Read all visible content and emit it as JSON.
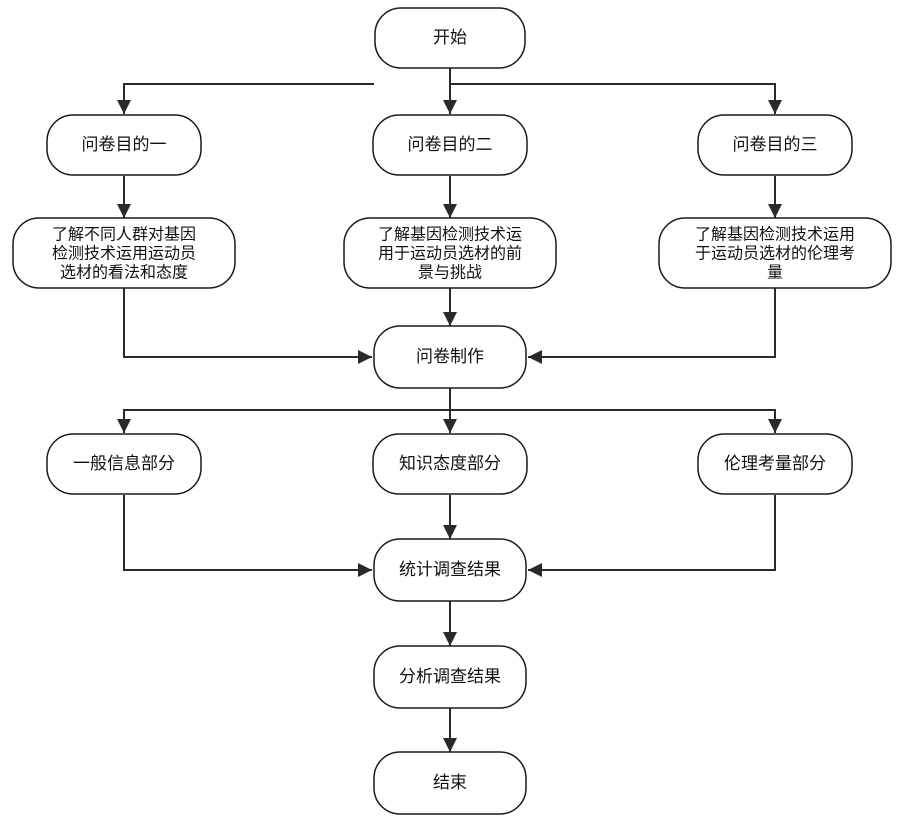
{
  "nodes": {
    "start": [
      "开始"
    ],
    "goal_1": [
      "问卷目的一"
    ],
    "goal_2": [
      "问卷目的二"
    ],
    "goal_3": [
      "问卷目的三"
    ],
    "goal_1_detail": [
      "了解不同人群对基因",
      "检测技术运用运动员",
      "选材的看法和态度"
    ],
    "goal_2_detail": [
      "了解基因检测技术运",
      "用于运动员选材的前",
      "景与挑战"
    ],
    "goal_3_detail": [
      "了解基因检测技术运用",
      "于运动员选材的伦理考",
      "量"
    ],
    "questionnaire": [
      "问卷制作"
    ],
    "part_general": [
      "一般信息部分"
    ],
    "part_knowledge": [
      "知识态度部分"
    ],
    "part_ethics": [
      "伦理考量部分"
    ],
    "stats": [
      "统计调查结果"
    ],
    "analysis": [
      "分析调查结果"
    ],
    "end": [
      "结束"
    ]
  },
  "edges": [
    [
      "start",
      "goal_1"
    ],
    [
      "start",
      "goal_2"
    ],
    [
      "start",
      "goal_3"
    ],
    [
      "goal_1",
      "goal_1_detail"
    ],
    [
      "goal_2",
      "goal_2_detail"
    ],
    [
      "goal_3",
      "goal_3_detail"
    ],
    [
      "goal_1_detail",
      "questionnaire"
    ],
    [
      "goal_2_detail",
      "questionnaire"
    ],
    [
      "goal_3_detail",
      "questionnaire"
    ],
    [
      "questionnaire",
      "part_general"
    ],
    [
      "questionnaire",
      "part_knowledge"
    ],
    [
      "questionnaire",
      "part_ethics"
    ],
    [
      "part_general",
      "stats"
    ],
    [
      "part_knowledge",
      "stats"
    ],
    [
      "part_ethics",
      "stats"
    ],
    [
      "stats",
      "analysis"
    ],
    [
      "analysis",
      "end"
    ]
  ],
  "colors": {
    "stroke": "#1a1a1a",
    "fill": "#ffffff",
    "text": "#111111"
  }
}
